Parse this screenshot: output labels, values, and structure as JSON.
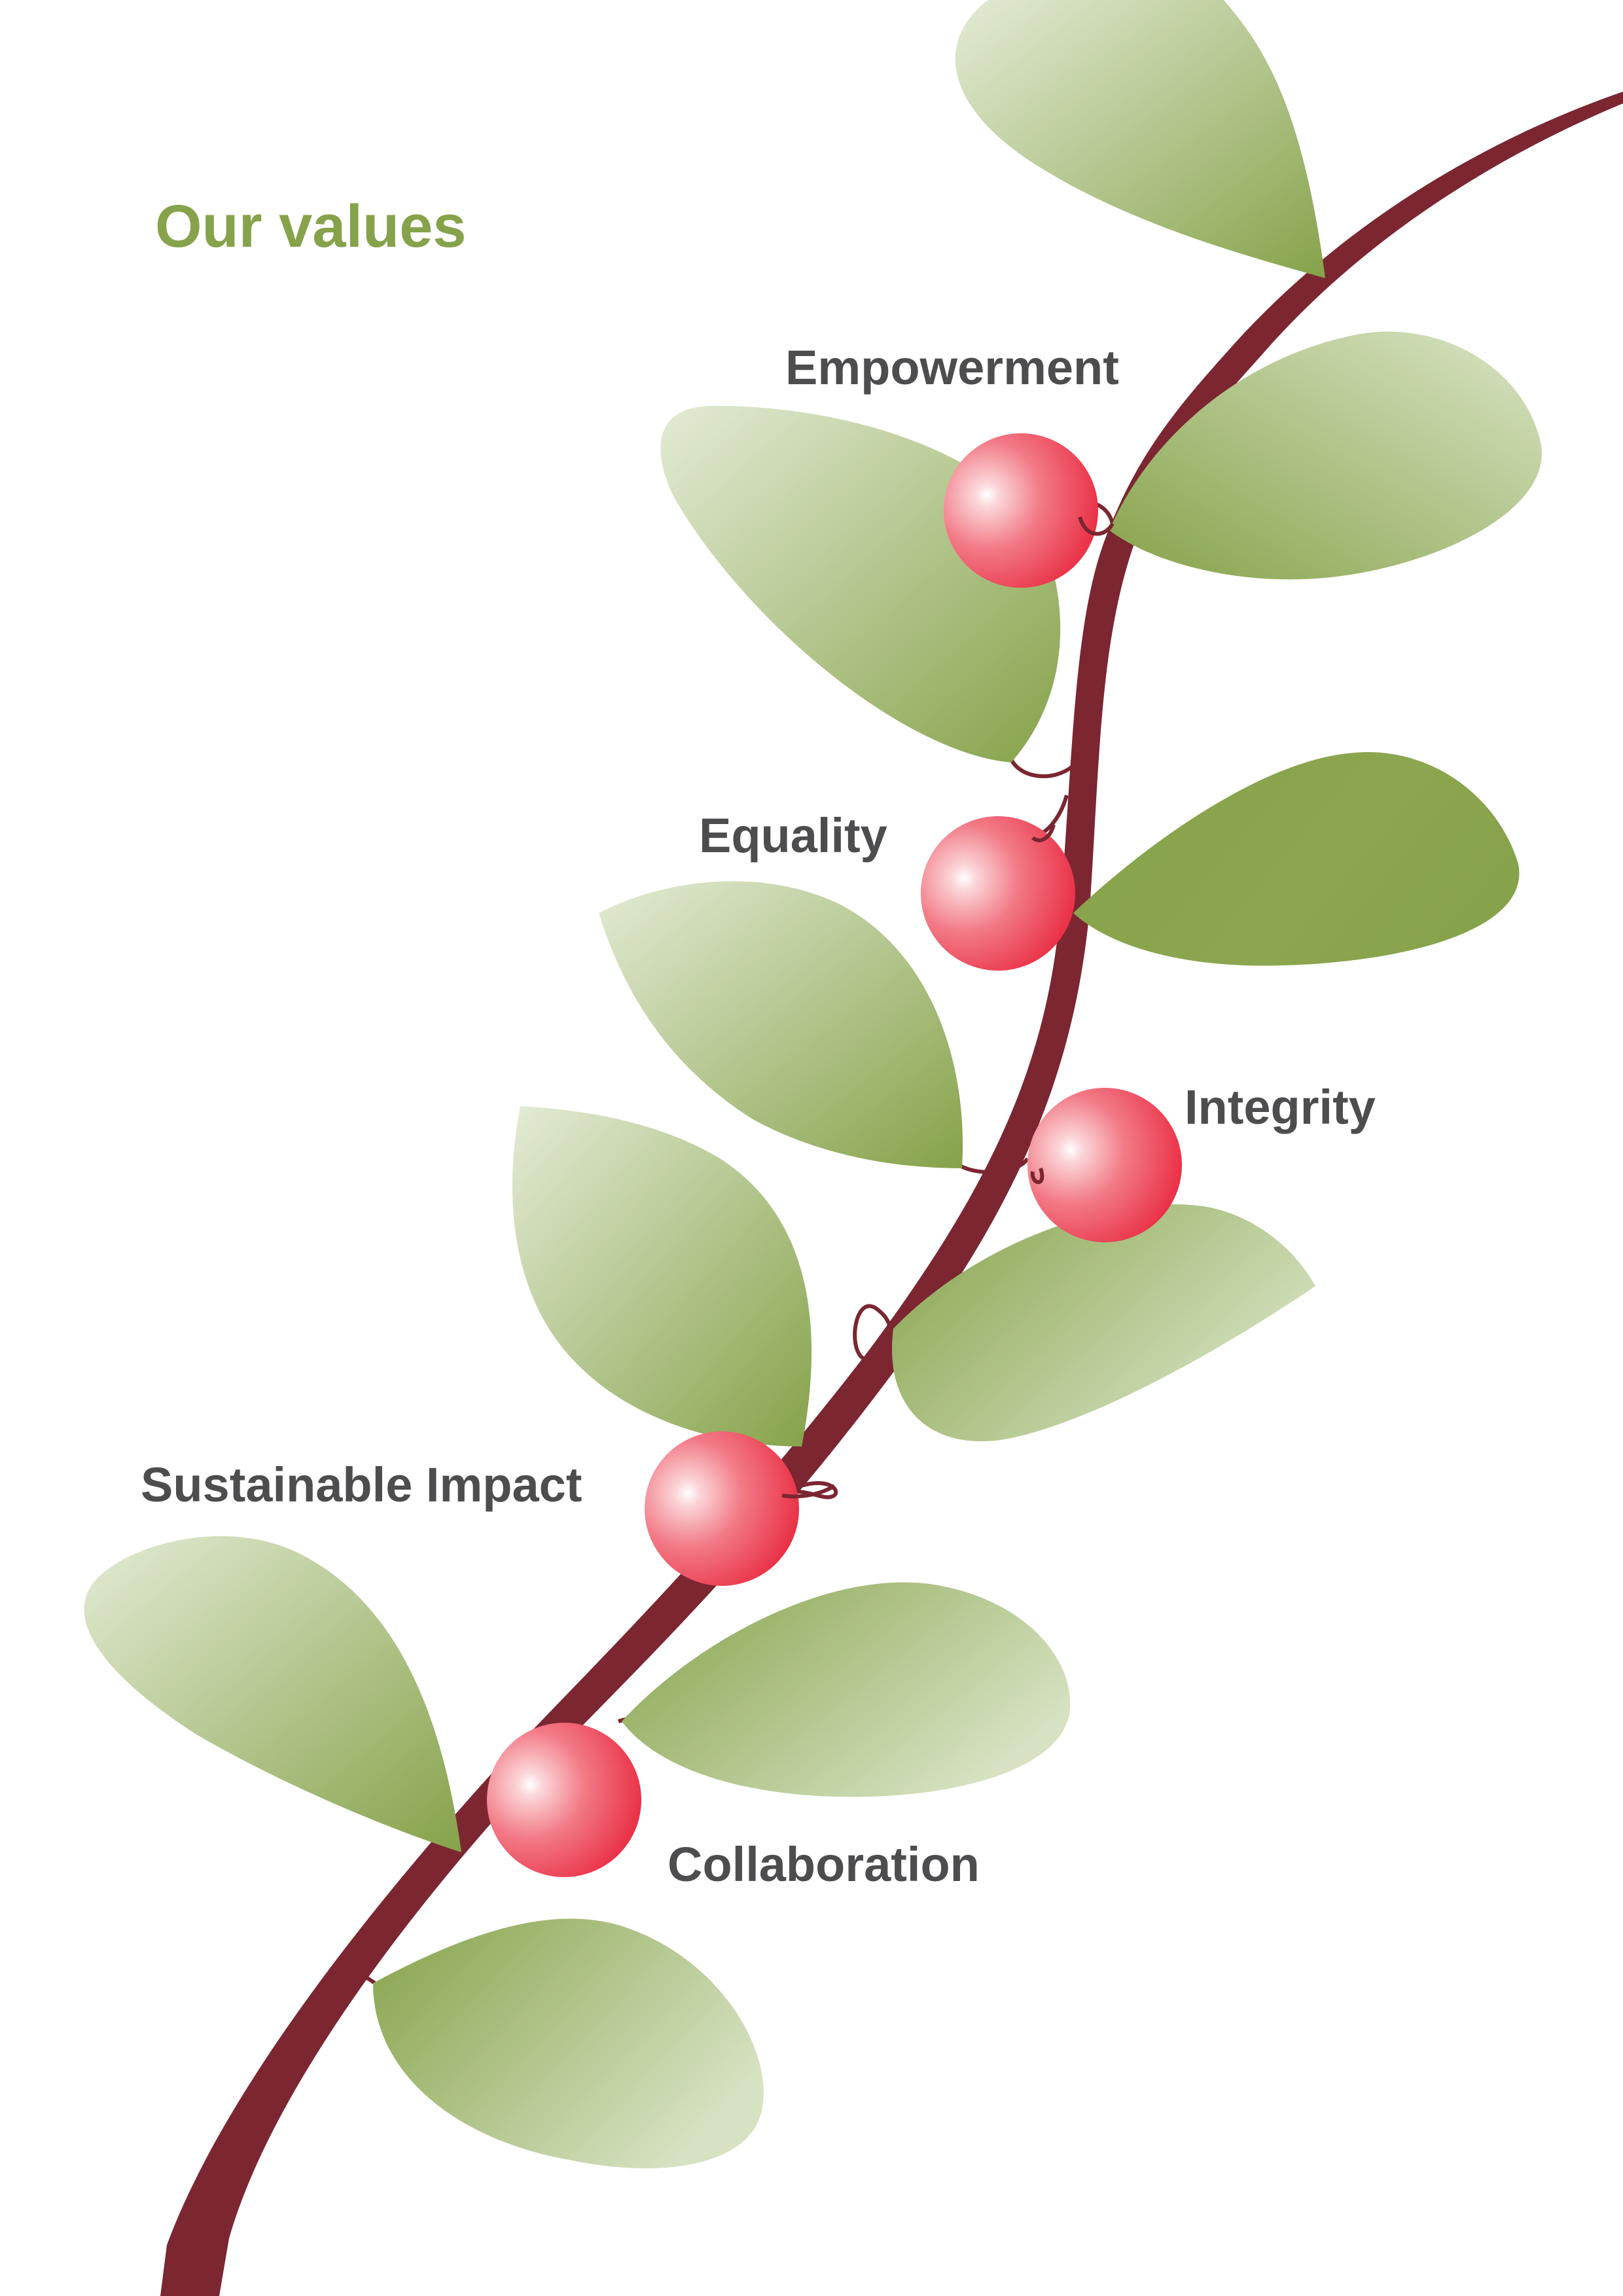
{
  "title": "Our values",
  "values": [
    {
      "label": "Empowerment"
    },
    {
      "label": "Equality"
    },
    {
      "label": "Integrity"
    },
    {
      "label": "Sustainable Impact"
    },
    {
      "label": "Collaboration"
    }
  ],
  "colors": {
    "title": "#86a24a",
    "label": "#4d4d4f",
    "stem": "#7b2631",
    "leaf_dark": "#86a24a",
    "leaf_light": "#dfe8cf",
    "berry": "#e9283f",
    "berry_highlight": "#ffffff"
  }
}
